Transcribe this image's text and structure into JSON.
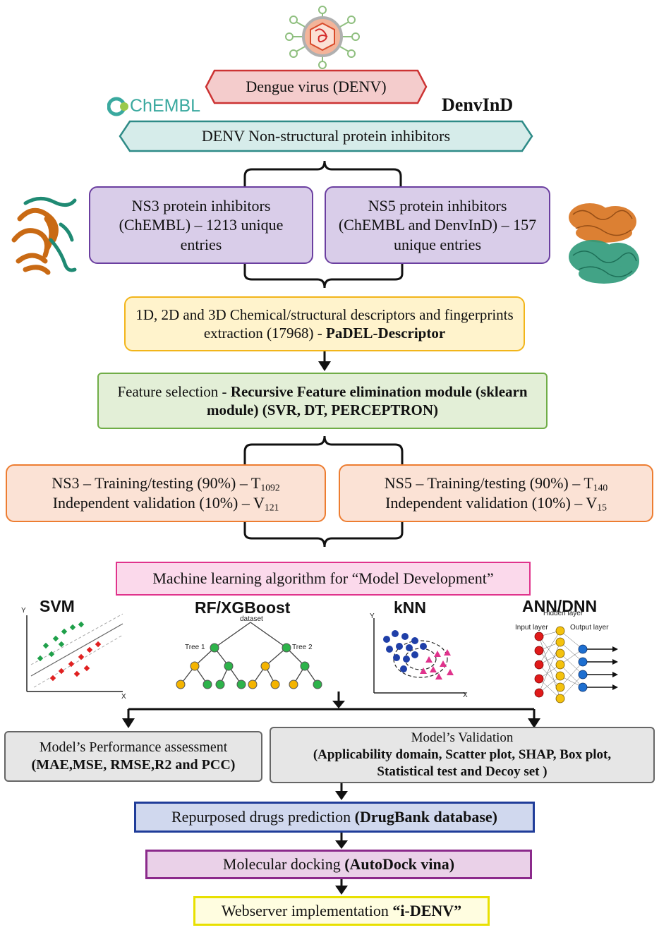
{
  "header": {
    "dengue_label": "Dengue virus (DENV)",
    "chembl_logo_text": "ChEMBL",
    "denvind_label": "DenvInD",
    "nonstructural_label": "DENV Non-structural protein inhibitors"
  },
  "ns3_inhibitors": {
    "text": "NS3 protein inhibitors (ChEMBL) – 1213 unique entries"
  },
  "ns5_inhibitors": {
    "text": "NS5 protein inhibitors (ChEMBL and DenvInD) – 157 unique entries"
  },
  "descriptors": {
    "text_plain": "1D, 2D and 3D Chemical/structural descriptors  and fingerprints extraction (17968) - ",
    "text_bold": "PaDEL-Descriptor"
  },
  "feature_selection": {
    "text_plain": "Feature selection - ",
    "text_bold": "Recursive Feature elimination module (sklearn module) (SVR, DT, PERCEPTRON)"
  },
  "ns3_split": {
    "train_text": "NS3 – Training/testing (90%) – T",
    "train_sub": "1092",
    "valid_text": "Independent validation (10%) – V",
    "valid_sub": "121"
  },
  "ns5_split": {
    "train_text": "NS5 – Training/testing (90%) – T",
    "train_sub": "140",
    "valid_text": "Independent validation (10%) – V",
    "valid_sub": "15"
  },
  "ml_box": {
    "text": "Machine learning algorithm for “Model Development”"
  },
  "algorithms": {
    "svm": {
      "label": "SVM",
      "y_axis": "Y",
      "x_axis": "X"
    },
    "rf": {
      "label": "RF/XGBoost",
      "dataset": "dataset",
      "tree1": "Tree 1",
      "tree2": "Tree 2"
    },
    "knn": {
      "label": "kNN",
      "y_axis": "Y",
      "x_axis": "X"
    },
    "ann": {
      "label": "ANN/DNN",
      "hidden": "Hidden layer",
      "input": "Input layer",
      "output": "Output layer"
    }
  },
  "performance": {
    "title": "Model’s Performance assessment",
    "metrics": "(MAE,MSE, RMSE,R2 and PCC)"
  },
  "validation": {
    "title": "Model’s Validation",
    "details": "(Applicability domain, Scatter plot, SHAP, Box plot, Statistical test and Decoy set )"
  },
  "repurposed": {
    "text_plain": "Repurposed drugs prediction ",
    "text_bold": "(DrugBank database)"
  },
  "docking": {
    "text_plain": "Molecular docking ",
    "text_bold": "(AutoDock vina)"
  },
  "webserver": {
    "text_plain": "Webserver implementation ",
    "text_bold": "“i-DENV”"
  },
  "colors": {
    "dengue_fill": "#f4cccc",
    "dengue_border": "#cc3333",
    "nonstructural_fill": "#d6ecea",
    "nonstructural_border": "#2e8b87",
    "inhibitor_fill": "#d9cde9",
    "inhibitor_border": "#6b3fa0",
    "descriptor_fill": "#fff3cc",
    "descriptor_border": "#f2b51a",
    "feature_fill": "#e3efd7",
    "feature_border": "#70ad47",
    "split_fill": "#fbe2d5",
    "split_border": "#ed7d31",
    "ml_fill": "#fbd9eb",
    "ml_border": "#e0338c",
    "grey_fill": "#e6e6e6",
    "grey_border": "#666666",
    "repurposed_fill": "#d0d8ee",
    "repurposed_border": "#1f3c99",
    "docking_fill": "#ead1e8",
    "docking_border": "#8b2a8b",
    "webserver_fill": "#fffde0",
    "webserver_border": "#e8e000"
  }
}
